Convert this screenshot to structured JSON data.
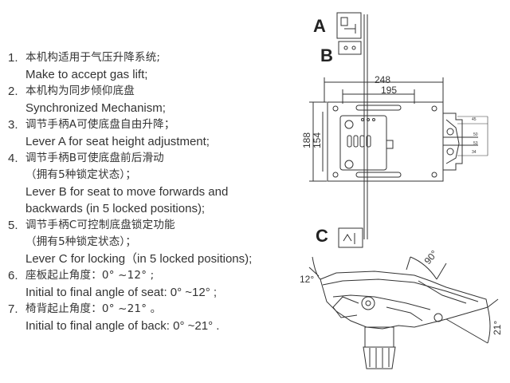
{
  "specs": [
    {
      "num": "1.",
      "lines": [
        "本机构适用于气压升降系统;",
        "Make to accept gas lift;"
      ]
    },
    {
      "num": "2.",
      "lines": [
        "本机构为同步倾仰底盘",
        "Synchronized Mechanism;"
      ]
    },
    {
      "num": "3.",
      "lines": [
        "调节手柄A可使底盘自由升降；",
        "Lever A for seat height adjustment;"
      ]
    },
    {
      "num": "4.",
      "lines": [
        "调节手柄B可使底盘前后滑动",
        "（拥有5种锁定状态）；",
        "Lever B for seat to move forwards  and",
        "backwards (in 5 locked positions);"
      ]
    },
    {
      "num": "5.",
      "lines": [
        "调节手柄C可控制底盘锁定功能",
        "（拥有5种锁定状态）；",
        "Lever C for locking（in 5 locked positions);"
      ]
    },
    {
      "num": "6.",
      "lines": [
        "座板起止角度：0° ~12° ;",
        "Initial to final angle of seat: 0° ~12° ;"
      ]
    },
    {
      "num": "7.",
      "lines": [
        "椅背起止角度：0° ~21° 。",
        "Initial to final angle of back: 0° ~21° ."
      ]
    }
  ],
  "diagram": {
    "lever_labels": {
      "a": "A",
      "b": "B",
      "c": "C"
    },
    "dimensions": {
      "width_outer": "248",
      "width_inner": "195",
      "height_outer": "188",
      "height_inner": "154",
      "side_dims": [
        "45",
        "50",
        "53",
        "34"
      ],
      "seat_angle": "12°",
      "back_angle_upper": "90°",
      "back_angle_range": "21°"
    }
  }
}
